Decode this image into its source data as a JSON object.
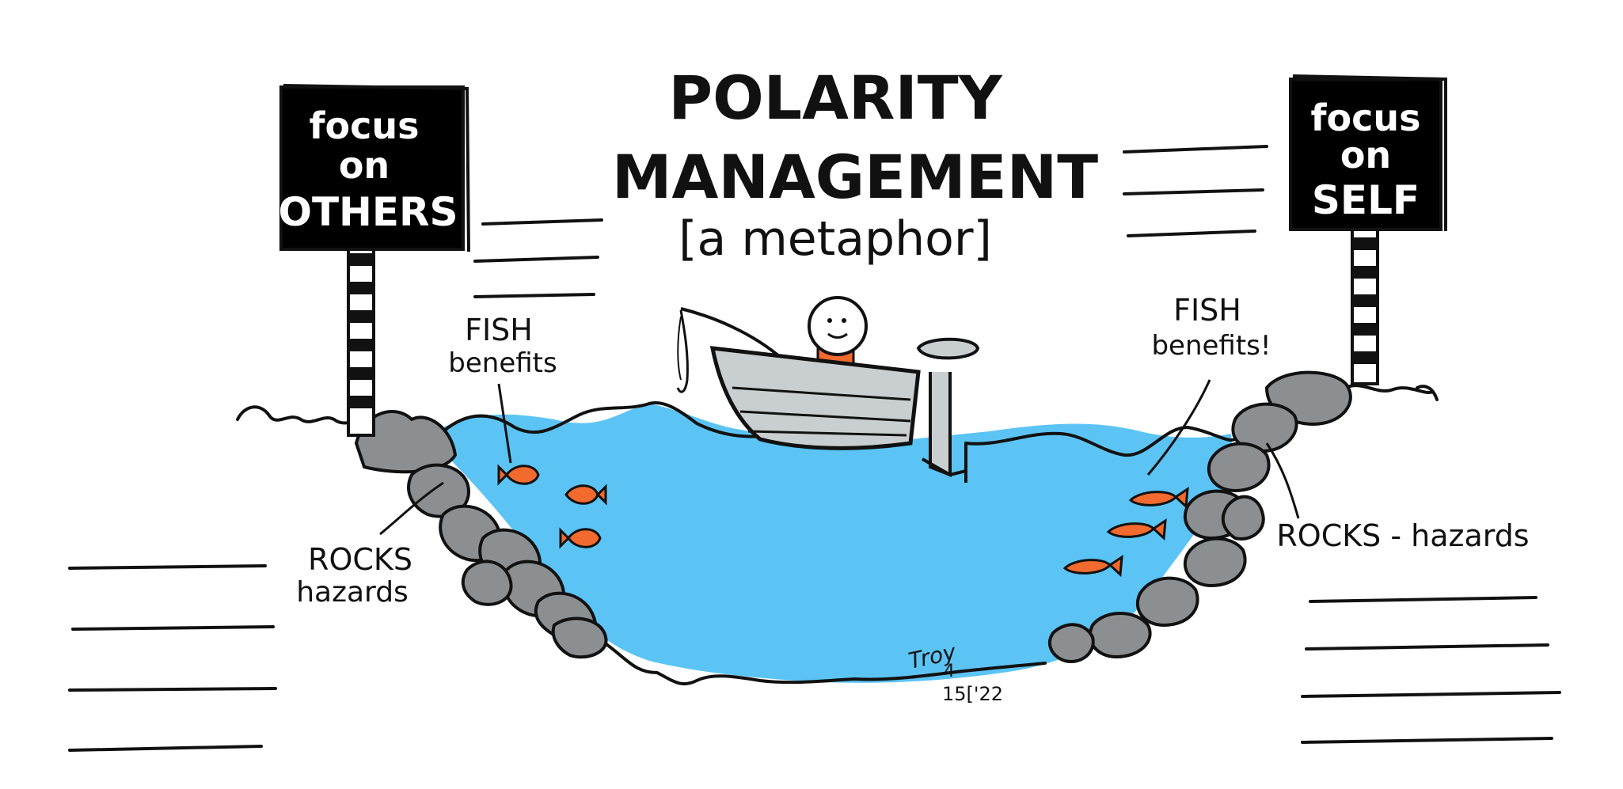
{
  "title": {
    "line1": "POLARITY",
    "line2": "MANAGEMENT",
    "subtitle": "[a metaphor]"
  },
  "left_sign": {
    "line1": "focus",
    "line2": "on",
    "line3": "OTHERS"
  },
  "right_sign": {
    "line1": "focus",
    "line2": "on",
    "line3": "SELF"
  },
  "labels": {
    "left_fish_line1": "FISH",
    "left_fish_line2": "benefits",
    "right_fish_line1": "FISH",
    "right_fish_line2": "benefits!",
    "left_rocks_line1": "ROCKS",
    "left_rocks_line2": "hazards",
    "right_rocks": "ROCKS - hazards"
  },
  "signature": {
    "name": "Troy",
    "date_month": "4",
    "date_rest": "15['22"
  },
  "colors": {
    "water": "#5bc4f5",
    "fish": "#f26a2e",
    "rock": "#8c8f92",
    "boat": "#c9cfd1",
    "shirt": "#f26a2e",
    "ink": "#111111",
    "sign": "#000000"
  }
}
